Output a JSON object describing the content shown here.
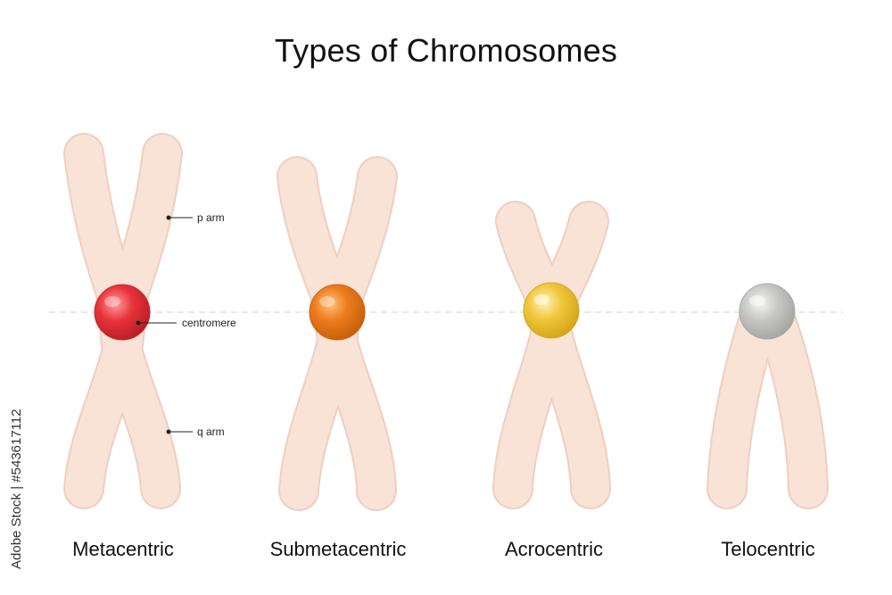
{
  "title": "Types of Chromosomes",
  "types": [
    {
      "label": "Metacentric",
      "centromere_color": "#e8333a"
    },
    {
      "label": "Submetacentric",
      "centromere_color": "#ec7b1c"
    },
    {
      "label": "Acrocentric",
      "centromere_color": "#f0c63a"
    },
    {
      "label": "Telocentric",
      "centromere_color": "#c7c8c6"
    }
  ],
  "annotations": {
    "p_arm": "p arm",
    "centromere": "centromere",
    "q_arm": "q arm"
  },
  "watermark": "Adobe Stock | #543617112",
  "colors": {
    "chromatid": "#f9e2d6",
    "chromatid_shadow": "#efcfc0",
    "guide_line": "#d9d9d9"
  }
}
